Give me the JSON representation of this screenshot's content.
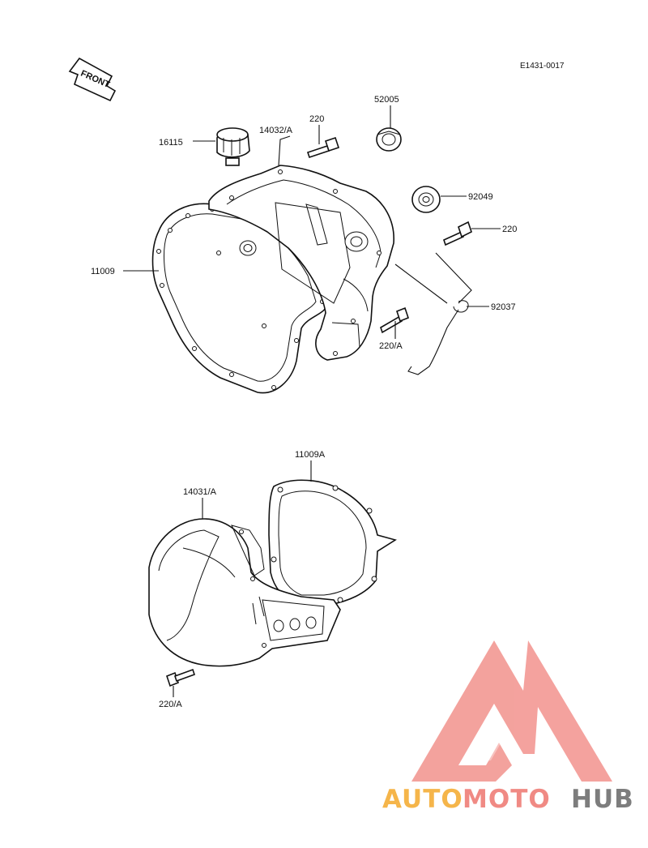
{
  "diagram_code": "E1431-0017",
  "front_marker": "FRONT",
  "callouts": {
    "c16115": "16115",
    "c14032": "14032/A",
    "c220_top": "220",
    "c52005": "52005",
    "c92049": "92049",
    "c220_right": "220",
    "c11009": "11009",
    "c92037": "92037",
    "c220a_mid": "220/A",
    "c11009a": "11009A",
    "c14031": "14031/A",
    "c220a_bottom": "220/A"
  },
  "watermark": {
    "part1": "AUTO",
    "part2": "MOTO",
    "part3": "HUB",
    "colors": {
      "auto": "#f5b54a",
      "moto": "#f08a84",
      "hub": "#7d7d7d",
      "logo": "#f0837d"
    }
  }
}
